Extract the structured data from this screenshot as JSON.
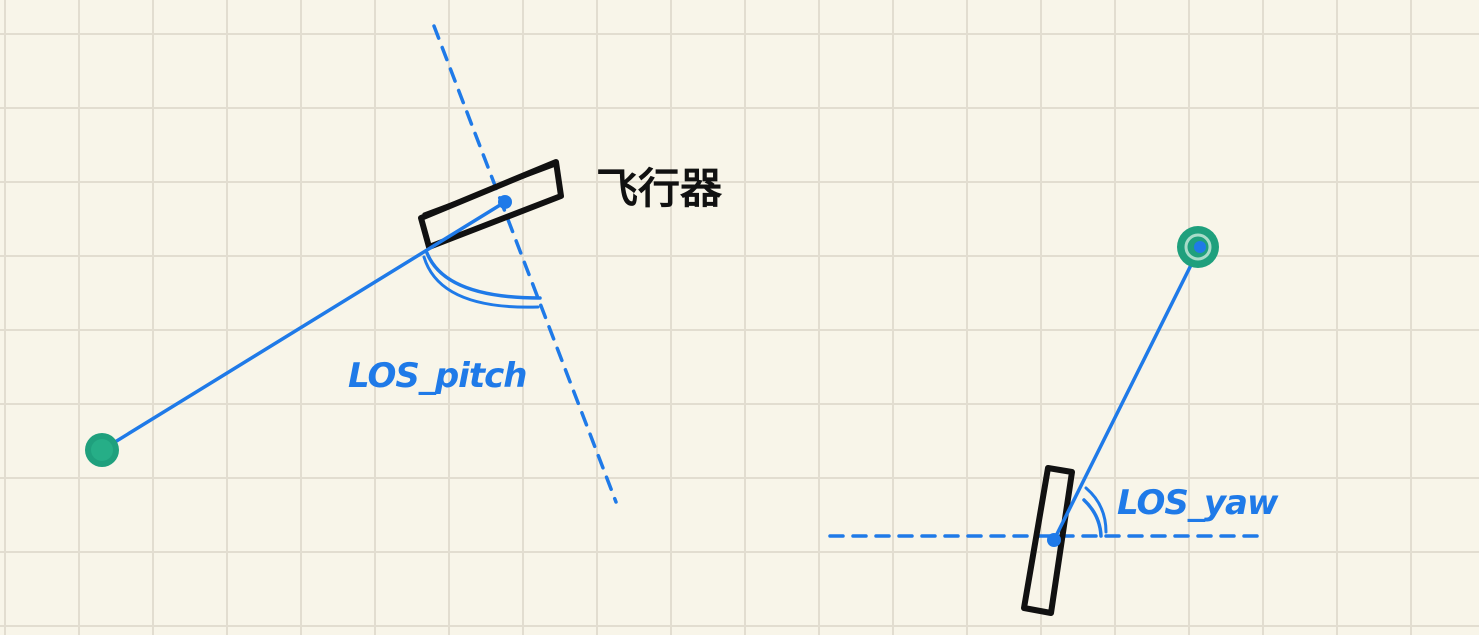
{
  "labels": {
    "aircraft": "飞行器",
    "los_pitch": "LOS_pitch",
    "los_yaw": "LOS_yaw"
  },
  "colors": {
    "background": "#f8f5e9",
    "grid": "#e2ddd0",
    "blue": "#1f7ae8",
    "target": "#1fa07d",
    "ink": "#111111"
  }
}
